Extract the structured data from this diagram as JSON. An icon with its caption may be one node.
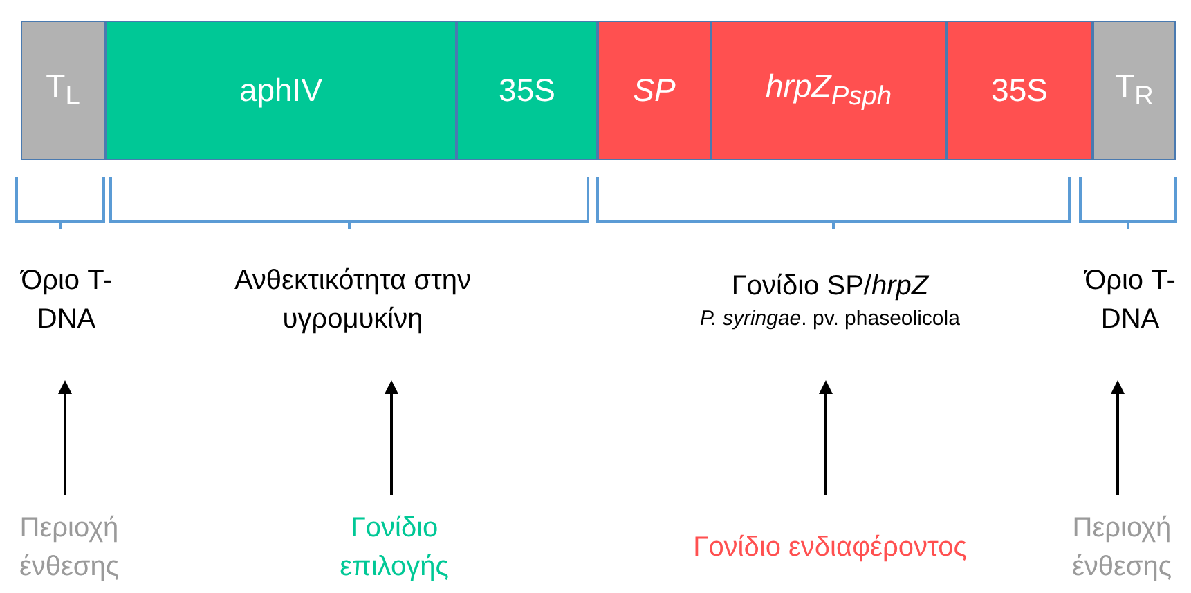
{
  "diagram": {
    "nodes": [
      {
        "text": [
          "T$_{L}$"
        ]
      },
      {
        "text": [
          "aphIV"
        ]
      },
      {
        "text": [
          "35S"
        ]
      },
      {
        "text": [
          "SP"
        ]
      },
      {
        "text": [
          "hrpZ$_{Psph}$"
        ]
      },
      {
        "text": [
          "35S"
        ]
      },
      {
        "text": [
          "T$_{R}$"
        ]
      },
      {
        "text": [
          "Όριο T-DNA"
        ]
      },
      {
        "text": [
          "Ανθεκτικότητα στην υγρομυκίνη"
        ]
      },
      {
        "text": [
          "Γονίδιο SP/*hrpZ*",
          "*P. syringae*. pv. phaseolicola"
        ]
      },
      {
        "text": [
          "Όριο T-DNA"
        ]
      },
      {
        "text": [
          "Περιοχή ένθεσης"
        ]
      },
      {
        "text": [
          "Γονίδιο επιλογής"
        ]
      },
      {
        "text": [
          "Γονίδιο ενδιαφέροντος"
        ]
      },
      {
        "text": [
          "Περιοχή ένθεσης"
        ]
      }
    ],
    "edges": [
      {
        "from": 11,
        "to": 7,
        "arrow": "to"
      },
      {
        "from": 12,
        "to": 8,
        "arrow": "to"
      },
      {
        "from": 13,
        "to": 9,
        "arrow": "to"
      },
      {
        "from": 14,
        "to": 10,
        "arrow": "to"
      }
    ]
  }
}
